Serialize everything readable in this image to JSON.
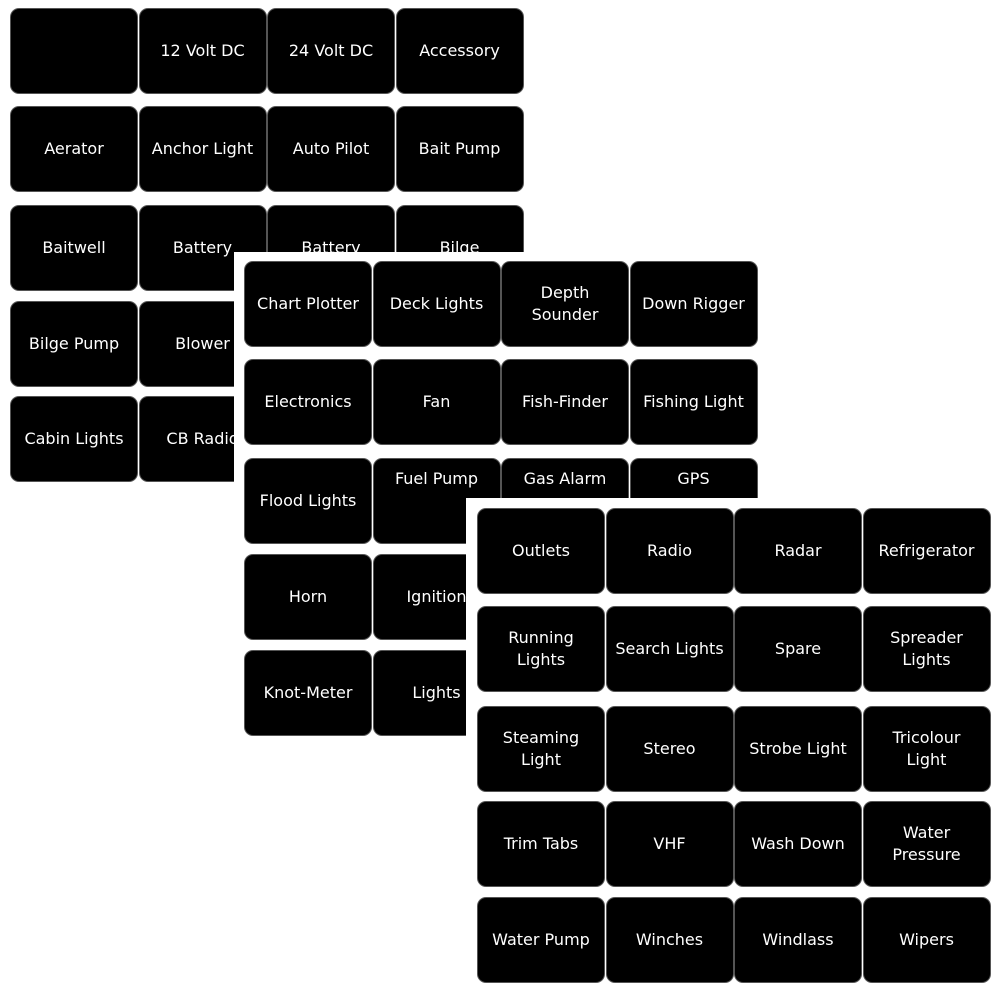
{
  "sheets": [
    {
      "labels": [
        [
          "",
          "12 Volt DC",
          "24 Volt DC",
          "Accessory"
        ],
        [
          "Aerator",
          "Anchor Light",
          "Auto Pilot",
          "Bait Pump"
        ],
        [
          "Baitwell",
          "Battery",
          "Battery",
          "Bilge"
        ],
        [
          "Bilge Pump",
          "Blower",
          "",
          ""
        ],
        [
          "Cabin Lights",
          "CB Radio",
          "",
          ""
        ]
      ]
    },
    {
      "labels": [
        [
          "Chart Plotter",
          "Deck Lights",
          "Depth\nSounder",
          "Down Rigger"
        ],
        [
          "Electronics",
          "Fan",
          "Fish-Finder",
          "Fishing Light"
        ],
        [
          "Flood Lights",
          "Fuel Pump",
          "Gas Alarm",
          "GPS"
        ],
        [
          "Horn",
          "Ignition",
          "",
          ""
        ],
        [
          "Knot-Meter",
          "Lights",
          "",
          ""
        ]
      ]
    },
    {
      "labels": [
        [
          "Outlets",
          "Radio",
          "Radar",
          "Refrigerator"
        ],
        [
          "Running\nLights",
          "Search Lights",
          "Spare",
          "Spreader\nLights"
        ],
        [
          "Steaming\nLight",
          "Stereo",
          "Strobe Light",
          "Tricolour\nLight"
        ],
        [
          "Trim Tabs",
          "VHF",
          "Wash Down",
          "Water\nPressure"
        ],
        [
          "Water Pump",
          "Winches",
          "Windlass",
          "Wipers"
        ]
      ]
    }
  ]
}
